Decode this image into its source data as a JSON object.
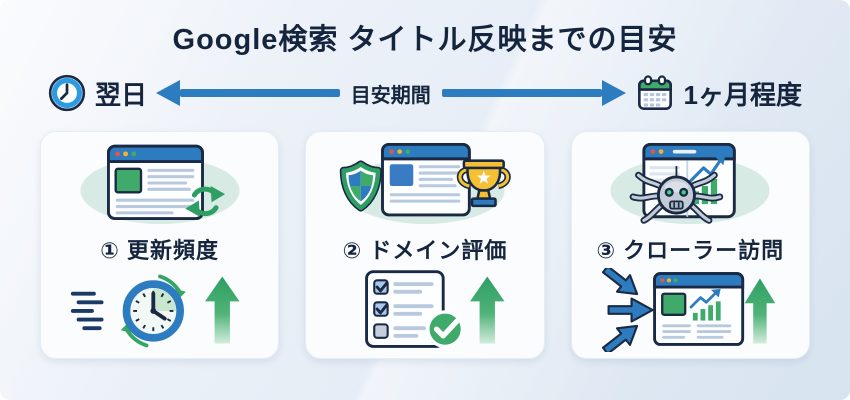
{
  "title": "Google検索 タイトル反映までの目安",
  "timeline": {
    "left_label": "翌日",
    "center_label": "目安期間",
    "right_label": "1ヶ月程度",
    "left_icon": "clock-icon",
    "right_icon": "calendar-icon"
  },
  "cards": [
    {
      "label": "① 更新頻度",
      "top_illustration": "browser-refresh-illustration",
      "bottom_illustration": "speed-clock-rise-illustration"
    },
    {
      "label": "② ドメイン評価",
      "top_illustration": "browser-shield-trophy-illustration",
      "bottom_illustration": "checklist-approved-rise-illustration"
    },
    {
      "label": "③ クローラー訪問",
      "top_illustration": "browser-spider-crawler-illustration",
      "bottom_illustration": "inbound-links-page-rise-illustration"
    }
  ],
  "icons": {
    "timeline_left": "clock-icon",
    "timeline_right": "calendar-icon",
    "per_card_motif": "green-up-arrow-icon"
  },
  "colors": {
    "navy_text": "#16253e",
    "outline_navy": "#1a2a44",
    "arrow_blue": "#2e7cc0",
    "clock_ring_blue": "#2d9be0",
    "green": "#3faa6a",
    "refresh_green": "#2f9e63",
    "light_green_sector": "#c9e6cf",
    "teal_ellipse": "#d7eae4",
    "trophy_gold": "#f5c033",
    "dot_red": "#e2574c",
    "dot_yellow": "#f0b429",
    "line_gray": "#b9c9dd",
    "card_bg": "#fafcfd",
    "bg_top": "#f3f6fb",
    "bg_bottom": "#d7e3f0"
  }
}
